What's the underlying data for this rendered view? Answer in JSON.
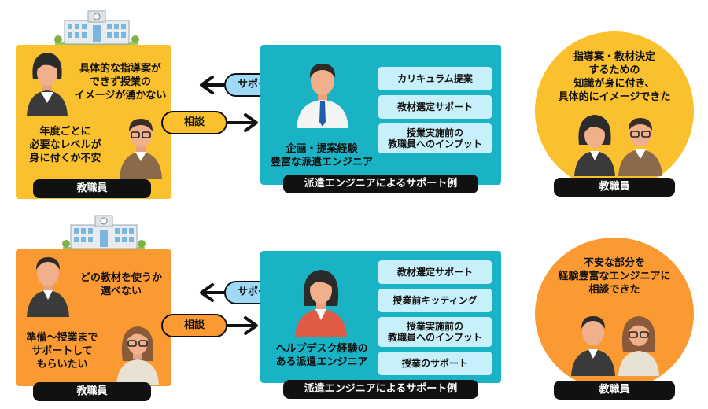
{
  "colors": {
    "yellow": "#fbc02d",
    "orange": "#fb9a33",
    "teal": "#1ab3c5",
    "light_cyan": "#c8f0fb",
    "sky": "#9fd9f5",
    "black": "#111111"
  },
  "row1": {
    "left": {
      "text_top": "具体的な指導案が\nできず授業の\nイメージが湧かない",
      "text_bottom": "年度ごとに\n必要なレベルが\n身に付くか不安",
      "label": "教職員"
    },
    "arrows": {
      "support": "サポート",
      "consult": "相談"
    },
    "middle": {
      "engineer": "企画・提案経験\n豊富な派遣エンジニア",
      "services": [
        "カリキュラム提案",
        "教材選定サポート",
        "授業実施前の\n教職員へのインプット"
      ],
      "label": "派遣エンジニアによるサポート例"
    },
    "right": {
      "text": "指導案・教材決定\nするための\n知識が身に付き、\n具体的にイメージできた",
      "label": "教職員"
    }
  },
  "row2": {
    "left": {
      "text_top": "どの教材を使うか\n選べない",
      "text_bottom": "準備～授業まで\nサポートして\nもらいたい",
      "label": "教職員"
    },
    "arrows": {
      "support": "サポート",
      "consult": "相談"
    },
    "middle": {
      "engineer": "ヘルプデスク経験の\nある派遣エンジニア",
      "services": [
        "教材選定サポート",
        "授業前キッティング",
        "授業実施前の\n教職員へのインプット",
        "授業のサポート"
      ],
      "label": "派遣エンジニアによるサポート例"
    },
    "right": {
      "text": "不安な部分を\n経験豊富なエンジニアに\n相談できた",
      "label": "教職員"
    }
  }
}
